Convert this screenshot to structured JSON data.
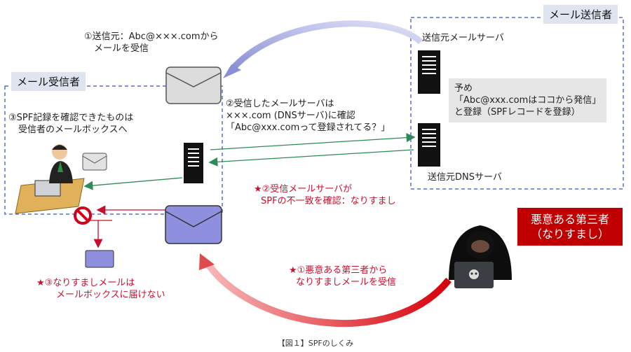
{
  "sender": {
    "tag": "メール送信者",
    "mail_server_label": "送信元メールサーバ",
    "dns_server_label": "送信元DNSサーバ",
    "note": [
      "予め",
      "「Abc@xxx.comはココから発信」",
      "と登録（SPFレコードを登録）"
    ]
  },
  "receiver": {
    "tag": "メール受信者",
    "step3": [
      "③SPF記録を確認できたものは",
      "受信者のメールボックスへ"
    ]
  },
  "steps": {
    "step1": [
      "①送信元：Abc@×××.comから",
      "メールを受信"
    ],
    "step2": [
      "②受信したメールサーバは",
      "×××.com (DNSサーバ)に確認",
      "「Abc@xxx.comって登録されてる？」"
    ],
    "spoof1": [
      "★①悪意ある第三者から",
      "なりすましメールを受信"
    ],
    "spoof2": [
      "★②受信メールサーバが",
      "SPFの不一致を確認：なりすまし"
    ],
    "spoof3": [
      "★③なりすましメールは",
      "メールボックスに届けない"
    ]
  },
  "attacker": {
    "label": [
      "悪意ある第三者",
      "（なりすまし）"
    ]
  },
  "caption": "【図１】SPFのしくみ",
  "colors": {
    "accent_blue": "#8a8fd6",
    "mail_purple": "#8f8fe0",
    "alert_red": "#c8102e",
    "arrow_green": "#2e8b57"
  }
}
